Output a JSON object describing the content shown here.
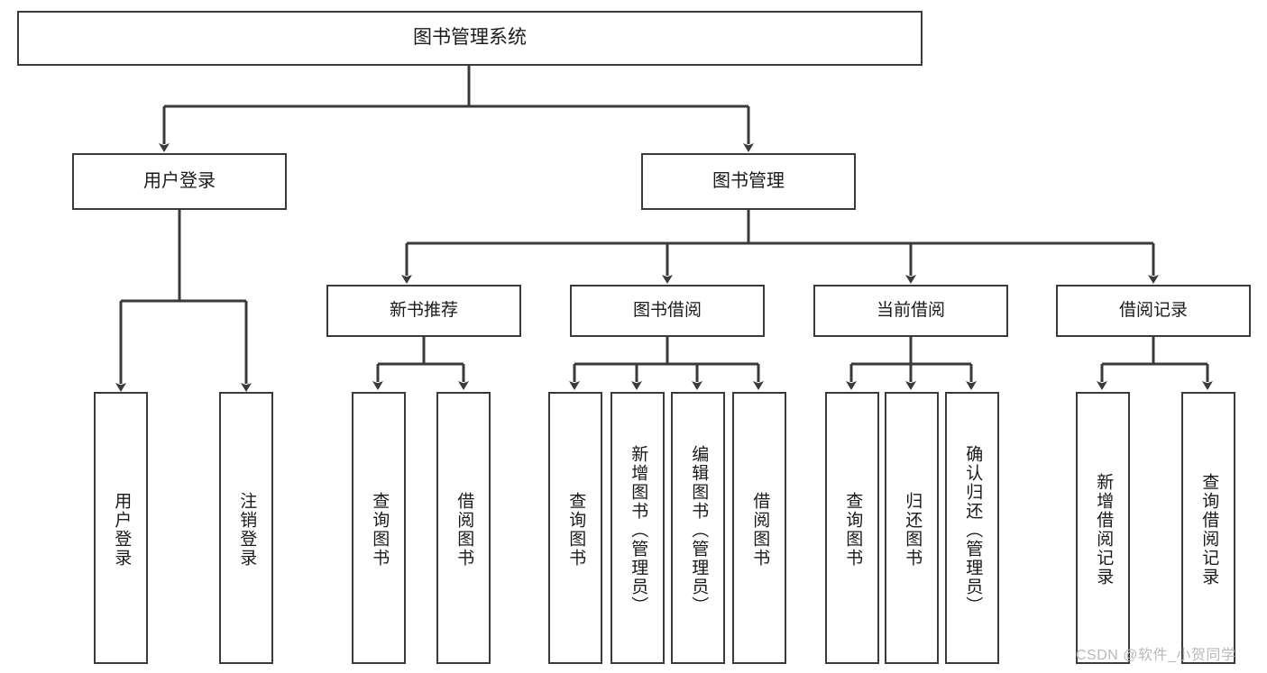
{
  "diagram": {
    "title": "图书管理系统",
    "type": "functional-structure-tree",
    "root": {
      "label": "图书管理系统"
    },
    "level2": [
      {
        "label": "用户登录"
      },
      {
        "label": "图书管理"
      }
    ],
    "level3": [
      {
        "label": "新书推荐"
      },
      {
        "label": "图书借阅"
      },
      {
        "label": "当前借阅"
      },
      {
        "label": "借阅记录"
      }
    ],
    "leaves": {
      "user_login": [
        {
          "label": "用户登录"
        },
        {
          "label": "注销登录"
        }
      ],
      "new_book_rec": [
        {
          "label": "查询图书"
        },
        {
          "label": "借阅图书"
        }
      ],
      "book_borrow": [
        {
          "label": "查询图书"
        },
        {
          "label": "新增图书（管理员）"
        },
        {
          "label": "编辑图书（管理员）"
        },
        {
          "label": "借阅图书"
        }
      ],
      "current_borrow": [
        {
          "label": "查询图书"
        },
        {
          "label": "归还图书"
        },
        {
          "label": "确认归还（管理员）"
        }
      ],
      "borrow_record": [
        {
          "label": "新增借阅记录"
        },
        {
          "label": "查询借阅记录"
        }
      ]
    }
  },
  "watermark": {
    "text": "CSDN @软件_小贺同学"
  },
  "colors": {
    "stroke": "#3a3a3a",
    "background": "#ffffff",
    "text": "#1a1a1a",
    "watermark": "#b9b9b9"
  }
}
